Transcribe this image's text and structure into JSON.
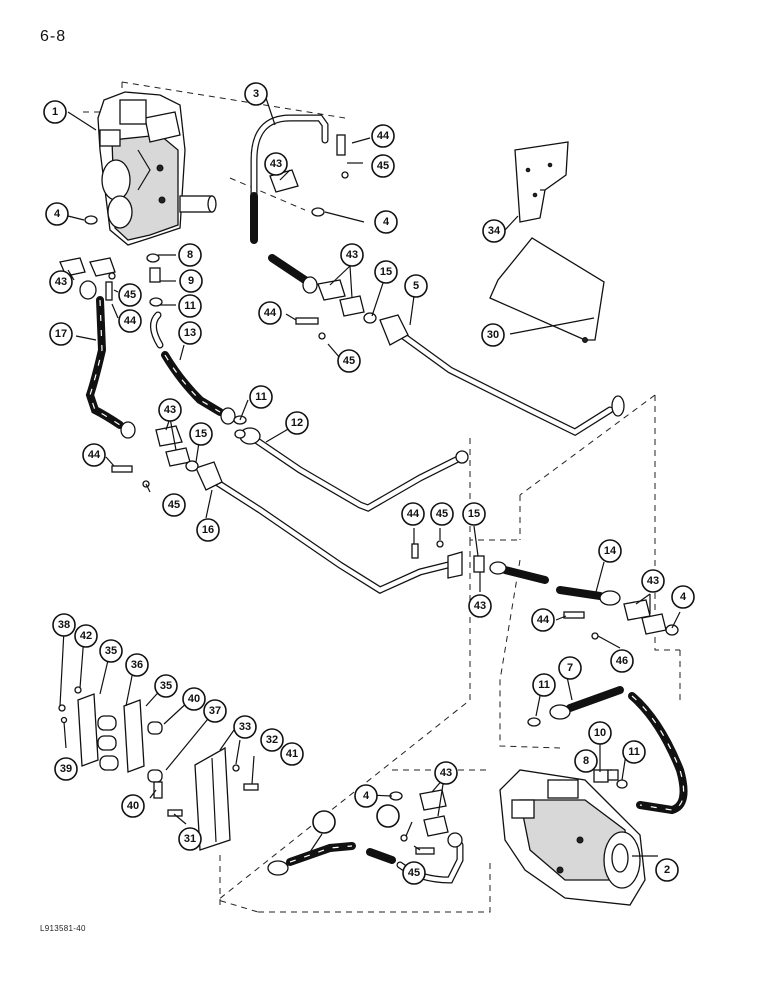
{
  "page_number": "6-8",
  "figure_code": "L913581-40",
  "callouts": [
    "1",
    "2",
    "3",
    "4",
    "4",
    "4",
    "4",
    "5",
    "7",
    "8",
    "8",
    "9",
    "10",
    "11",
    "11",
    "11",
    "11",
    "12",
    "13",
    "14",
    "15",
    "15",
    "15",
    "16",
    "17",
    "30",
    "31",
    "32",
    "33",
    "34",
    "35",
    "35",
    "36",
    "37",
    "38",
    "39",
    "40",
    "40",
    "41",
    "42",
    "43",
    "43",
    "43",
    "43",
    "43",
    "43",
    "43",
    "44",
    "44",
    "44",
    "44",
    "44",
    "44",
    "45",
    "45",
    "45",
    "45",
    "45",
    "45",
    "46"
  ]
}
